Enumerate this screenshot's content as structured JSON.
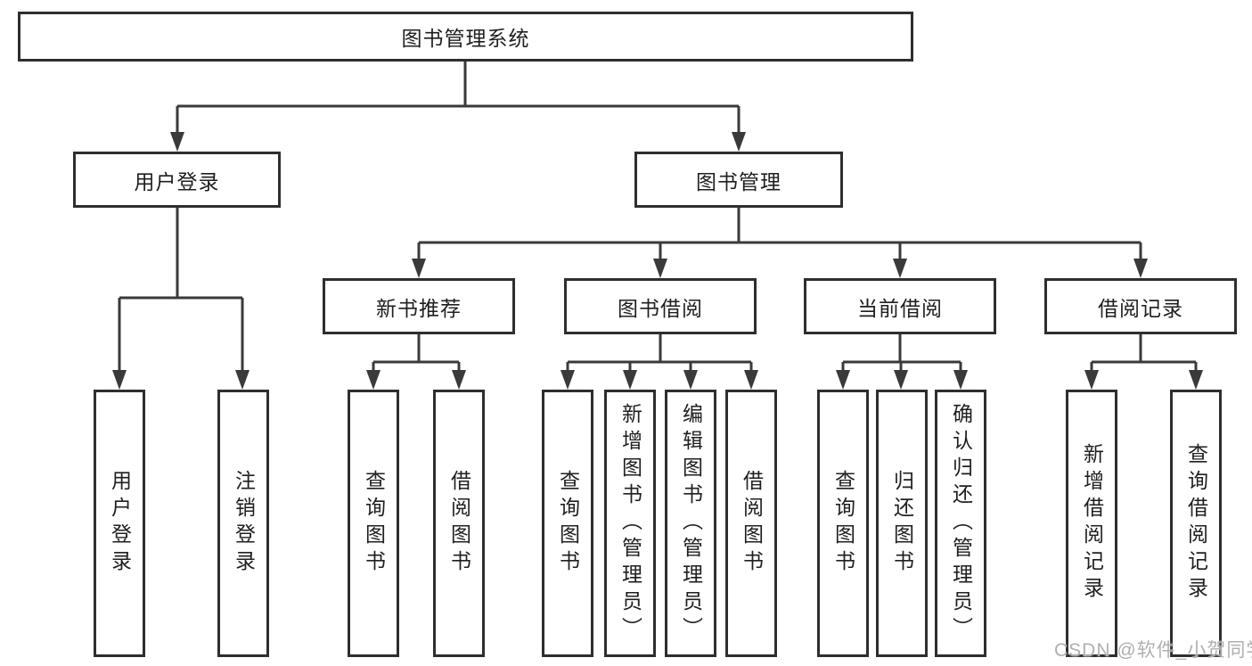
{
  "diagram": {
    "root": {
      "label": "图书管理系统",
      "children": [
        {
          "label": "用户登录",
          "children": [
            {
              "label": "用户登录"
            },
            {
              "label": "注销登录"
            }
          ]
        },
        {
          "label": "图书管理",
          "children": [
            {
              "label": "新书推荐",
              "children": [
                {
                  "label": "查询图书"
                },
                {
                  "label": "借阅图书"
                }
              ]
            },
            {
              "label": "图书借阅",
              "children": [
                {
                  "label": "查询图书"
                },
                {
                  "label": "新增图书（管理员）"
                },
                {
                  "label": "编辑图书（管理员）"
                },
                {
                  "label": "借阅图书"
                }
              ]
            },
            {
              "label": "当前借阅",
              "children": [
                {
                  "label": "查询图书"
                },
                {
                  "label": "归还图书"
                },
                {
                  "label": "确认归还（管理员）"
                }
              ]
            },
            {
              "label": "借阅记录",
              "children": [
                {
                  "label": "新增借阅记录"
                },
                {
                  "label": "查询借阅记录"
                }
              ]
            }
          ]
        }
      ]
    },
    "colors": {
      "line": "#3a3a3a",
      "box_border": "#2e2e2e",
      "text": "#1f1f1f",
      "background": "#ffffff",
      "watermark": "#b0b0b0"
    }
  },
  "watermark": {
    "text": "CSDN @软件_小贺同学"
  }
}
